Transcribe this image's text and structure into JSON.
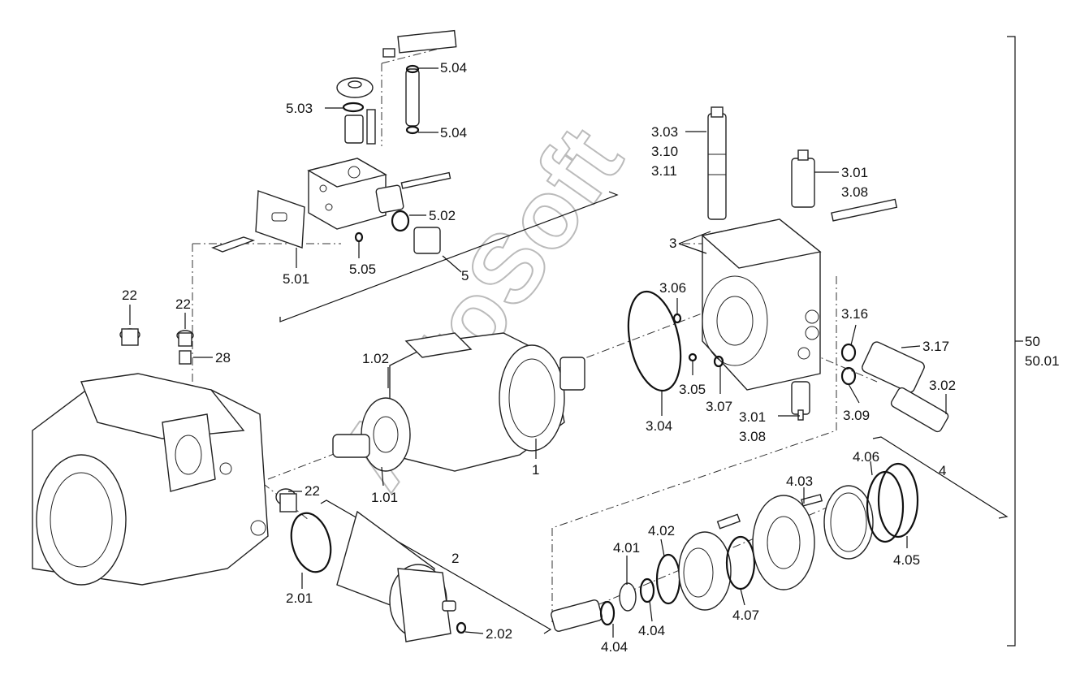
{
  "watermark": "AutoSoft",
  "labels": {
    "l_504a": "5.04",
    "l_503": "5.03",
    "l_504b": "5.04",
    "l_303": "3.03",
    "l_310": "3.10",
    "l_311": "3.11",
    "l_301a": "3.01",
    "l_308a": "3.08",
    "l_502": "5.02",
    "l_501": "5.01",
    "l_505": "5.05",
    "l_5": "5",
    "l_3": "3",
    "l_306": "3.06",
    "l_22a": "22",
    "l_22b": "22",
    "l_28": "28",
    "l_316": "3.16",
    "l_317": "3.17",
    "l_50": "50",
    "l_5001": "50.01",
    "l_102": "1.02",
    "l_305": "3.05",
    "l_307": "3.07",
    "l_302": "3.02",
    "l_304": "3.04",
    "l_301b": "3.01",
    "l_308b": "3.08",
    "l_309": "3.09",
    "l_1": "1",
    "l_101": "1.01",
    "l_4": "4",
    "l_406": "4.06",
    "l_403": "4.03",
    "l_22c": "22",
    "l_402": "4.02",
    "l_405": "4.05",
    "l_2": "2",
    "l_401": "4.01",
    "l_201": "2.01",
    "l_407": "4.07",
    "l_404a": "4.04",
    "l_404b": "4.04",
    "l_202": "2.02"
  }
}
